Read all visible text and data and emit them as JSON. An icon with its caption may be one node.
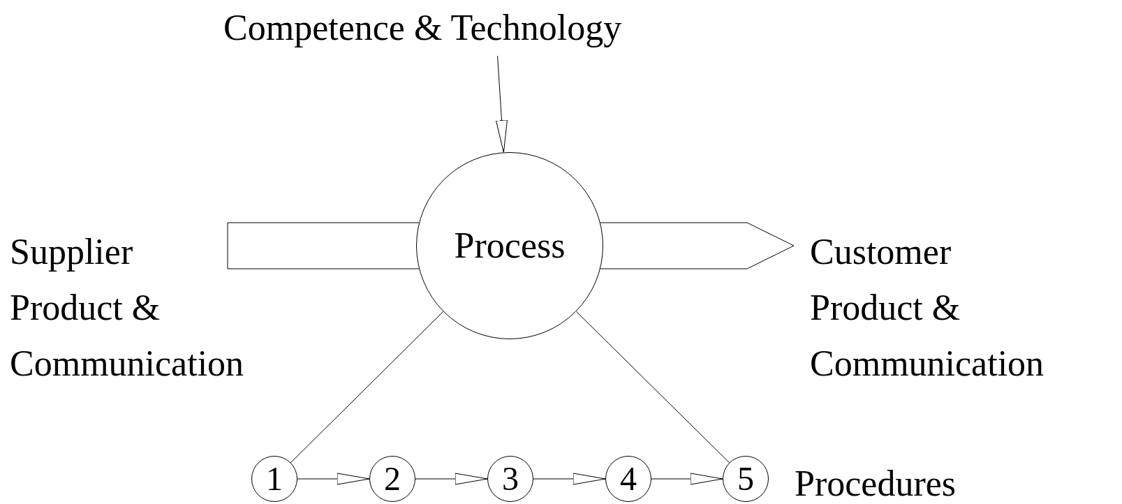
{
  "diagram": {
    "nodes": [
      {
        "text": [
          "Competence & Technology"
        ]
      },
      {
        "text": [
          "Process"
        ]
      },
      {
        "text": [
          "Supplier",
          "Product & Communication"
        ]
      },
      {
        "text": [
          "Customer",
          "Product & Communication"
        ]
      },
      {
        "text": [
          "1"
        ]
      },
      {
        "text": [
          "2"
        ]
      },
      {
        "text": [
          "3"
        ]
      },
      {
        "text": [
          "4"
        ]
      },
      {
        "text": [
          "5"
        ]
      },
      {
        "text": [
          "Procedures"
        ]
      }
    ],
    "edges": [
      {
        "from": 0,
        "to": 1,
        "arrow": "to"
      },
      {
        "from": 2,
        "to": 1,
        "arrow": "none",
        "style": "thick"
      },
      {
        "from": 1,
        "to": 3,
        "arrow": "to",
        "style": "thick"
      },
      {
        "from": 1,
        "to": 4,
        "arrow": "none"
      },
      {
        "from": 1,
        "to": 8,
        "arrow": "none"
      },
      {
        "from": 4,
        "to": 5,
        "arrow": "to"
      },
      {
        "from": 5,
        "to": 6,
        "arrow": "to"
      },
      {
        "from": 6,
        "to": 7,
        "arrow": "to"
      },
      {
        "from": 7,
        "to": 8,
        "arrow": "to"
      }
    ]
  }
}
